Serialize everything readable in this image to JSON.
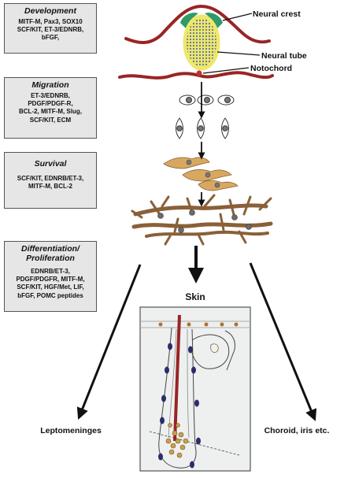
{
  "stages": [
    {
      "title": "Development",
      "lines": [
        "MITF-M, Pax3, SOX10",
        "SCF/KIT, ET-3/EDNRB,",
        "bFGF,"
      ]
    },
    {
      "title": "Migration",
      "lines": [
        "ET-3/EDNRB,",
        "PDGF/PDGF-R,",
        "BCL-2, MITF-M, Slug,",
        "SCF/KIT, ECM"
      ]
    },
    {
      "title": "Survival",
      "lines": [
        "SCF/KIT, EDNRB/ET-3,",
        "MITF-M, BCL-2"
      ]
    },
    {
      "title": "Differentiation/\nProliferation",
      "lines": [
        "EDNRB/ET-3,",
        "PDGF/PDGFR, MITF-M,",
        "SCF/KIT, HGF/Met, LIF,",
        "bFGF, POMC peptides"
      ]
    }
  ],
  "labels": {
    "neural_crest": "Neural crest",
    "neural_tube": "Neural tube",
    "notochord": "Notochord",
    "skin": "Skin",
    "leptomeninges": "Leptomeninges",
    "choroid": "Choroid, iris etc."
  },
  "colors": {
    "ectoderm_red": "#9a2424",
    "crest_green": "#2f9a6a",
    "tube_blue": "#5f70a8",
    "tube_yellow": "#eee86a",
    "melanocyte_brown": "#8a6038",
    "migrating_tan": "#d9a860",
    "box_fill": "#e6e6e6"
  }
}
